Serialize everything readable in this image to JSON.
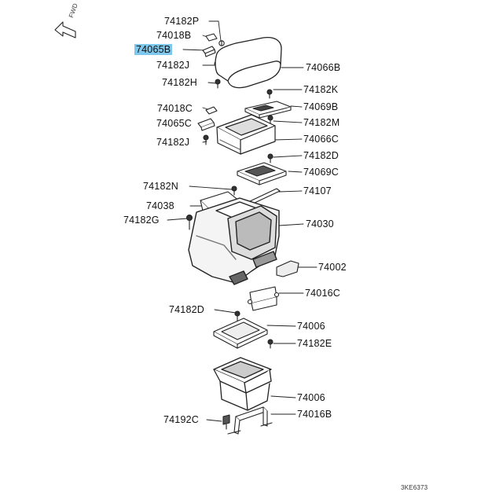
{
  "diagram": {
    "fwd_label": "FWD",
    "drawing_code": "3KE6373",
    "highlight_color": "#7ec8ee",
    "callouts": [
      {
        "id": "p01",
        "text": "74182P"
      },
      {
        "id": "p02",
        "text": "74018B"
      },
      {
        "id": "p03",
        "text": "74065B",
        "highlight": true
      },
      {
        "id": "p04",
        "text": "74182J"
      },
      {
        "id": "p05",
        "text": "74182H"
      },
      {
        "id": "p06",
        "text": "74066B"
      },
      {
        "id": "p07",
        "text": "74182K"
      },
      {
        "id": "p08",
        "text": "74018C"
      },
      {
        "id": "p09",
        "text": "74069B"
      },
      {
        "id": "p10",
        "text": "74065C"
      },
      {
        "id": "p11",
        "text": "74182M"
      },
      {
        "id": "p12",
        "text": "74182J"
      },
      {
        "id": "p13",
        "text": "74066C"
      },
      {
        "id": "p14",
        "text": "74182D"
      },
      {
        "id": "p15",
        "text": "74069C"
      },
      {
        "id": "p16",
        "text": "74182N"
      },
      {
        "id": "p17",
        "text": "74107"
      },
      {
        "id": "p18",
        "text": "74038"
      },
      {
        "id": "p19",
        "text": "74182G"
      },
      {
        "id": "p20",
        "text": "74030"
      },
      {
        "id": "p21",
        "text": "74002"
      },
      {
        "id": "p22",
        "text": "74016C"
      },
      {
        "id": "p23",
        "text": "74182D"
      },
      {
        "id": "p24",
        "text": "74006"
      },
      {
        "id": "p25",
        "text": "74182E"
      },
      {
        "id": "p26",
        "text": "74006"
      },
      {
        "id": "p27",
        "text": "74192C"
      },
      {
        "id": "p28",
        "text": "74016B"
      }
    ]
  }
}
